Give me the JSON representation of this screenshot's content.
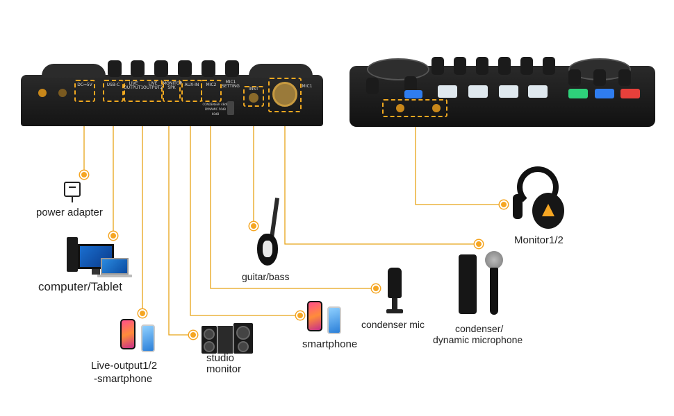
{
  "colors": {
    "accent": "#f5a623",
    "device": "#1e1e1e",
    "line": "#e8a317"
  },
  "mixer_back": {
    "ports": [
      "DC⎓5V",
      "USB-C",
      "LIVE OUTPUT1",
      "LIVE OUTPUT2",
      "MONITOR SPK",
      "AUX-IN",
      "MIC2",
      "INST",
      "MIC1"
    ],
    "switch_label": "MIC1 SETTING",
    "switch_options": [
      "CONDENSER 48dB",
      "DYNAMIC 56dB",
      "60dB"
    ]
  },
  "labels": {
    "power_adapter": "power adapter",
    "computer": "computer/Tablet",
    "live_output_line1": "Live-output1/2",
    "live_output_line2": "-smartphone",
    "studio_monitor_line1": "studio",
    "studio_monitor_line2": "monitor",
    "guitar": "guitar/bass",
    "smartphone": "smartphone",
    "condenser_mic": "condenser mic",
    "dyn_mic_line1": "condenser/",
    "dyn_mic_line2": "dynamic microphone",
    "headphones": "Monitor1/2"
  },
  "icons": [
    "power-icon",
    "monitor-icon",
    "smartphone-icon",
    "speaker-icon",
    "guitar-icon",
    "microphone-icon",
    "headphones-icon"
  ]
}
